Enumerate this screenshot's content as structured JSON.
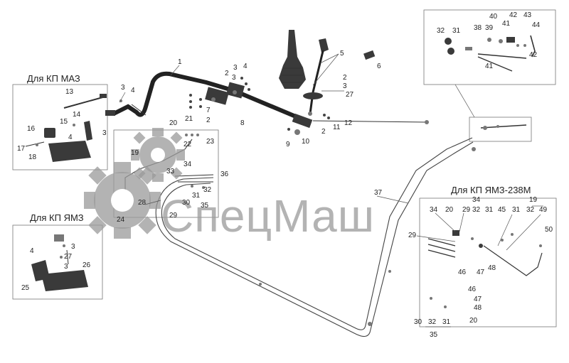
{
  "insets": {
    "maz_title": "Для КП МАЗ",
    "yamz_title": "Для КП ЯМЗ",
    "yamz238_title": "Для КП ЯМЗ-238М"
  },
  "watermark": {
    "text": "СпецМаш"
  },
  "callouts": {
    "c1": "1",
    "c2a": "2",
    "c2b": "2",
    "c2c": "2",
    "c2d": "2",
    "c3a": "3",
    "c3b": "3",
    "c3c": "3",
    "c4a": "4",
    "c4b": "4",
    "c5": "5",
    "c6": "6",
    "c7": "7",
    "c8": "8",
    "c9": "9",
    "c10": "10",
    "c11": "11",
    "c12": "12",
    "c27a": "27",
    "m13": "13",
    "m14": "14",
    "m15": "15",
    "m16": "16",
    "m4": "4",
    "m3": "3",
    "m17": "17",
    "m18": "18",
    "m3b": "3",
    "m4b": "4",
    "t19": "19",
    "t20": "20",
    "t21": "21",
    "t22": "22",
    "t23": "23",
    "t33": "33",
    "t34": "34",
    "t36": "36",
    "t32": "32",
    "t31": "31",
    "t35": "35",
    "t30": "30",
    "t28": "28",
    "t29": "29",
    "t24": "24",
    "t37": "37",
    "y4": "4",
    "y3": "3",
    "y27": "27",
    "y3b": "3",
    "y26": "26",
    "y25": "25",
    "tr40": "40",
    "tr42": "42",
    "tr43": "43",
    "tr41": "41",
    "tr44": "44",
    "tr32": "32",
    "tr31": "31",
    "tr38": "38",
    "tr39": "39",
    "tr42b": "42",
    "tr41b": "41",
    "r34": "34",
    "r19": "19",
    "r20": "20",
    "r29": "29",
    "r32": "32",
    "r31": "31",
    "r45": "45",
    "r31b": "31",
    "r32b": "32",
    "r49": "49",
    "r29b": "29",
    "r50": "50",
    "r46": "46",
    "r47": "47",
    "r48": "48",
    "r46b": "46",
    "r47b": "47",
    "r48b": "48",
    "r20b": "20",
    "r30": "30",
    "r32c": "32",
    "r31c": "31",
    "r35": "35"
  }
}
